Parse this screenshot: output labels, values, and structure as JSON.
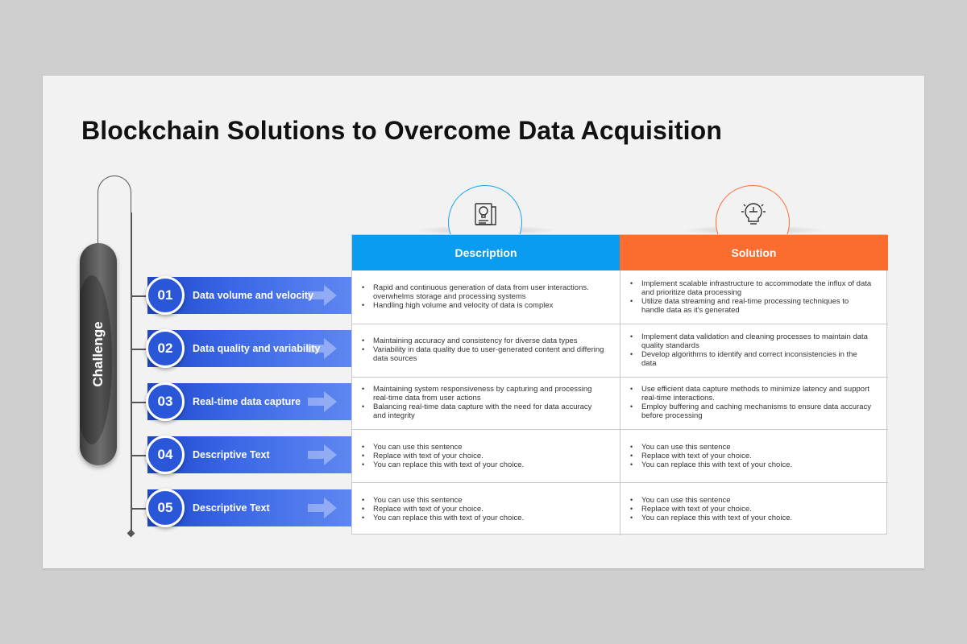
{
  "title": "Blockchain Solutions to Overcome Data Acquisition",
  "challenge_label": "Challenge",
  "table": {
    "description_header": "Description",
    "solution_header": "Solution"
  },
  "rows": [
    {
      "number": "01",
      "label": "Data volume and velocity",
      "description": [
        "Rapid and continuous generation of data from user interactions. overwhelms storage and processing systems",
        "Handling high volume and velocity of data is complex"
      ],
      "solution": [
        "Implement scalable infrastructure to accommodate the influx of data and prioritize data processing",
        "Utilize data streaming and real-time processing techniques to handle data as it's generated"
      ]
    },
    {
      "number": "02",
      "label": "Data quality and variability",
      "description": [
        "Maintaining accuracy and consistency for diverse data types",
        "Variability in data quality due to user-generated content and differing data sources"
      ],
      "solution": [
        "Implement data validation and cleaning processes to maintain data quality standards",
        "Develop algorithms to identify and correct inconsistencies in the data"
      ]
    },
    {
      "number": "03",
      "label": "Real-time data capture",
      "description": [
        "Maintaining system responsiveness by capturing and processing real-time data from user actions",
        "Balancing real-time data capture with the need for data accuracy and integrity"
      ],
      "solution": [
        "Use efficient data capture methods to minimize latency and support real-time interactions.",
        "Employ buffering and caching mechanisms to ensure data accuracy before processing"
      ]
    },
    {
      "number": "04",
      "label": "Descriptive Text",
      "description": [
        "You can use this sentence",
        "Replace with text of your choice.",
        "You can replace this with text of your choice."
      ],
      "solution": [
        "You can use this sentence",
        "Replace with text of your choice.",
        "You can replace this with text of your choice."
      ]
    },
    {
      "number": "05",
      "label": "Descriptive Text",
      "description": [
        "You can use this sentence",
        "Replace with text of your choice.",
        "You can replace this with text of your choice."
      ],
      "solution": [
        "You can use this sentence",
        "Replace with text of your choice.",
        "You can replace this with text of your choice."
      ]
    }
  ],
  "icons": {
    "description_icon": "document-lightbulb-icon",
    "solution_icon": "puzzle-lightbulb-icon"
  },
  "colors": {
    "description_header": "#0a9cf0",
    "solution_header": "#fb6d2e",
    "row_blue": "#2a56d8",
    "challenge_pill": "#555555"
  }
}
